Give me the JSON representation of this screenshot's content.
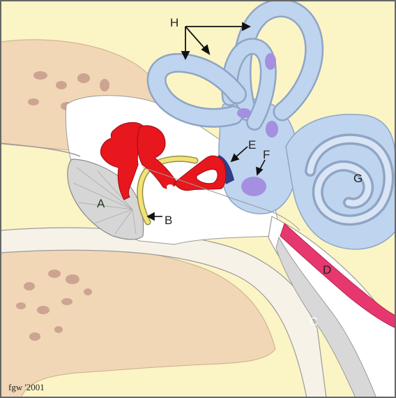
{
  "labels": {
    "a": "A",
    "b": "B",
    "c": "C",
    "d": "D",
    "e": "E",
    "f": "F",
    "g": "G",
    "h": "H"
  },
  "credit": "fgw '2001",
  "colors": {
    "background": "#fbf4c4",
    "bone": "#f1d7b6",
    "bone_spots": "#cda392",
    "middle_ear": "#ffffff",
    "ossicles": "#e8161d",
    "eardrum": "#d6d6d6",
    "chorda": "#f1e27a",
    "labyrinth": "#bfd4ee",
    "labyrinth_outline": "#8fa5c6",
    "labyrinth_accent": "#a58fe0",
    "eustachian_tube": "#e6386f",
    "frame": "#666666"
  }
}
